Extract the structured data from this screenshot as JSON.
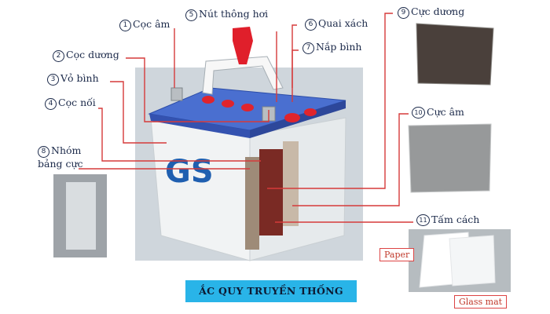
{
  "parts": [
    {
      "num": "1",
      "label": "Cọc âm"
    },
    {
      "num": "2",
      "label": "Cọc dương"
    },
    {
      "num": "3",
      "label": "Vỏ bình"
    },
    {
      "num": "4",
      "label": "Cọc nối"
    },
    {
      "num": "5",
      "label": "Nút thông hơi"
    },
    {
      "num": "6",
      "label": "Quai xách"
    },
    {
      "num": "7",
      "label": "Nắp bình"
    },
    {
      "num": "8",
      "label_line1": "Nhóm",
      "label_line2": "bảng cực"
    },
    {
      "num": "9",
      "label": "Cực dương"
    },
    {
      "num": "10",
      "label": "Cực âm"
    },
    {
      "num": "11",
      "label": "Tấm cách"
    }
  ],
  "brand_mark": "GS",
  "caption": "ẮC QUY TRUYỀN THỐNG",
  "separator_tags": {
    "paper": "Paper",
    "glass_mat": "Glass mat"
  },
  "colors": {
    "leader": "#d63a3a",
    "caption_bg": "#29b4e8",
    "lid": "#3d63c8",
    "cap": "#e0242c",
    "case": "#eef1f2"
  }
}
